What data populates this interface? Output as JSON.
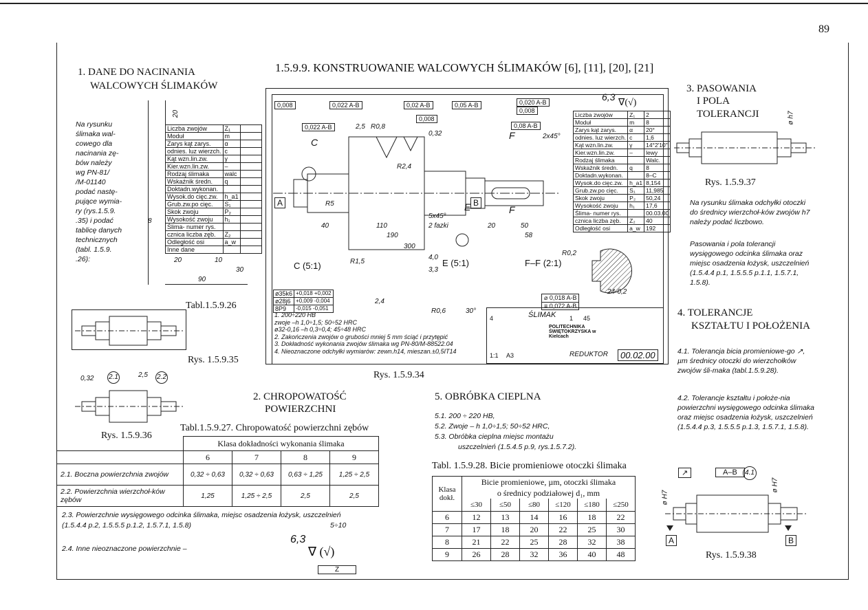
{
  "page_number": "89",
  "main_title": "1.5.9.9. KONSTRUOWANIE WALCOWYCH ŚLIMAKÓW [6], [11], [20], [21]",
  "s1": {
    "title_1": "1. DANE DO NACINANIA",
    "title_2": "WALCOWYCH ŚLIMAKÓW",
    "note": [
      "Na rysunku",
      "ślimaka wal-",
      "cowego dla",
      "nacinania zę-",
      "bów należy",
      "wg PN-81/",
      "/M-01140",
      "podać nastę-",
      "pujące wymia-",
      "ry (rys.1.5.9.",
      ".35) i podać",
      "tablicę danych",
      "technicznych",
      "(tabl. 1.5.9.",
      ".26):"
    ],
    "table_rows": [
      [
        "Liczba zwojów",
        "Z₁"
      ],
      [
        "Moduł",
        "m"
      ],
      [
        "Zarys kąt zarys.",
        "α"
      ],
      [
        "odnies. luz wierzch.",
        "c"
      ],
      [
        "Kąt wzn.lin.zw.",
        "γ"
      ],
      [
        "Kier.wzn.lin.zw.",
        "–"
      ],
      [
        "Rodzaj ślimaka",
        "walc"
      ],
      [
        "Wskaźnik średn.",
        "q"
      ],
      [
        "Doktadn.wykonan.",
        ""
      ],
      [
        "Wysok.do cięc.zw.",
        "h_a1"
      ],
      [
        "Grub.zw.po cięc.",
        "S₁"
      ],
      [
        "Skok zwoju",
        "P₂"
      ],
      [
        "Wysokość zwoju",
        "h₁"
      ],
      [
        "Ślima- numer rys.",
        ""
      ],
      [
        "cznica liczba zęb.",
        "Z₂"
      ],
      [
        "Odległość osi",
        "a_w"
      ],
      [
        "Inne dane",
        ""
      ]
    ],
    "dims": {
      "d20": "20",
      "d10": "10",
      "d30": "30",
      "d90": "90",
      "d8": "8"
    },
    "tabl_label": "Tabl.1.5.9.26",
    "rys35": "Rys. 1.5.9.35",
    "rys36": "Rys. 1.5.9.36",
    "r036_a": "0,32",
    "r036_b": "2.1",
    "r036_c": "2,5",
    "r036_d": "2.2"
  },
  "drawing": {
    "label": "Rys. 1.5.9.34",
    "roughness_general": "6,3",
    "tolerances_top": [
      "0,008",
      "0,022 A-B",
      "0,022 A-B",
      "0,05 A-B",
      "0,020 A-B",
      "0,008",
      "0,008",
      "0,02 A-B",
      "0,08 A-B"
    ],
    "dims": [
      "40",
      "110",
      "190",
      "300",
      "20",
      "50",
      "58",
      "2 fazki",
      "5x45°",
      "R5",
      "R2,4",
      "R0,8",
      "2,5",
      "0,32",
      "2x45°"
    ],
    "section_labels": [
      "C (5:1)",
      "E (5:1)",
      "F–F (2:1)",
      "R1,5",
      "4,0",
      "3,3",
      "R0,6",
      "30°",
      "2,4",
      "R0,2",
      "24-0,2"
    ],
    "fits": [
      [
        "ø35k6",
        "+0,018",
        "+0,002"
      ],
      [
        "ø28j6",
        "+0,009",
        "-0,004"
      ],
      [
        "8P9",
        "-0,015",
        "-0,051"
      ]
    ],
    "notes": [
      "1. 200÷220 HB",
      "zwoje –h 1,0÷1,5; 50÷52 HRC",
      "ø32-0,16 –h 0,3÷0,4; 45÷48 HRC",
      "2. Zakończenia zwojów o grubości mniej 5 mm ściąć i przytępić",
      "3. Dokładność wykonania zwojów ślimaka wg PN-80/M-88522.04",
      "4. Nieoznaczone odchyłki wymiarów: zewn.h14, mieszan.±0,5IT14"
    ],
    "spec_table": [
      [
        "Liczba zwojów",
        "Z₁",
        "2"
      ],
      [
        "Moduł",
        "m",
        "8"
      ],
      [
        "Zarys kąt zarys.",
        "α",
        "20°"
      ],
      [
        "odnies. luz wierzch.",
        "c",
        "1,6"
      ],
      [
        "Kąt wzn.lin.zw.",
        "γ",
        "14°2'10\""
      ],
      [
        "Kier.wzn.lin.zw.",
        "–",
        "lewy"
      ],
      [
        "Rodzaj ślimaka",
        "",
        "Walc."
      ],
      [
        "Wskaźnik średn.",
        "q",
        "8"
      ],
      [
        "Doktadn.wykonan.",
        "",
        "8–C"
      ],
      [
        "Wysok.do cięc.zw.",
        "h_a1",
        "8,154"
      ],
      [
        "Grub.zw.po cięc.",
        "S₁",
        "11,985"
      ],
      [
        "Skok zwoju",
        "P₂",
        "50,24"
      ],
      [
        "Wysokość zwoju",
        "h₁",
        "17,6"
      ],
      [
        "Ślima- numer rys.",
        "",
        "00.03.00"
      ],
      [
        "cznica liczba zęb.",
        "Z₂",
        "40"
      ],
      [
        "Odległość osi",
        "a_w",
        "192"
      ]
    ],
    "title_block": {
      "part_name": "ŚLIMAK",
      "material": "45",
      "qty": "1",
      "no": "4",
      "school": "POLITECHNIKA ŚWIĘTOKRZYSKA w Kielcach",
      "assembly": "REDUKTOR",
      "drawing_no": "00.02.00",
      "format": "A3",
      "scale": "1:1"
    }
  },
  "s2": {
    "title_1": "2. CHROPOWATOŚĆ",
    "title_2": "POWIERZCHNI",
    "table_title": "Tabl.1.5.9.27. Chropowatość powierzchni zębów",
    "table_header": "Klasa dokładności wykonania ślimaka",
    "classes": [
      "6",
      "7",
      "8",
      "9"
    ],
    "rows": [
      {
        "label": "2.1. Boczna powierzchnia zwojów",
        "values": [
          "0,32 ÷ 0,63",
          "0,32 ÷ 0,63",
          "0,63 ÷ 1,25",
          "1,25 ÷ 2,5"
        ]
      },
      {
        "label": "2.2. Powierzchnia wierzchoł-ków zębów",
        "values": [
          "1,25",
          "1,25 ÷ 2,5",
          "2,5",
          "2,5"
        ]
      }
    ],
    "line_2_3": "2.3. Powierzchnie wysięgowego odcinka ślimaka, miejsc osadzenia łożysk, uszczelnień (1.5.4.4 p.2, 1.5.5.5 p.1.2, 1.5.7.1, 1.5.8)",
    "line_2_3_val": "5÷10",
    "line_2_4": "2.4. Inne nieoznaczone powierzchnie –",
    "line_2_4_sym": "6,3",
    "z_label": "Z"
  },
  "s3": {
    "title_1": "3. PASOWANIA",
    "title_2": "I POLA",
    "title_3": "TOLERANCJI",
    "fit_label": "ø h7",
    "rys37": "Rys. 1.5.9.37",
    "para1": "Na rysunku ślimaka odchyłki otoczki do średnicy wierzchoł-ków zwojów h7 należy podać liczbowo.",
    "para2": "Pasowania i pola tolerancji wysięgowego odcinka ślimaka oraz miejsc osadzenia łożysk, uszczelnień (1.5.4.4 p.1, 1.5.5.5 p.1.1, 1.5.7.1, 1.5.8)."
  },
  "s4": {
    "title_1": "4. TOLERANCJE",
    "title_2": "KSZTAŁTU I POŁOŻENIA",
    "p41": "4.1. Tolerancja bicia promieniowe-go ↗, µm średnicy otoczki do wierzchołków zwojów śli-maka (tabl.1.5.9.28).",
    "p42": "4.2. Tolerancje kształtu i położe-nia powierzchni wysięgowego odcinka ślimaka oraz miejsc osadzenia łożysk, uszczelnień (1.5.4.4 p.3, 1.5.5.5 p.1.3, 1.5.7.1, 1.5.8).",
    "frame_sym": "↗",
    "frame_ref": "A–B",
    "frame_num": "4.1",
    "rys38": "Rys. 1.5.9.38",
    "datum_a": "A",
    "datum_b": "B",
    "h7": "ø H7"
  },
  "s5": {
    "title": "5. OBRÓBKA CIEPLNA",
    "items": [
      "5.1. 200 ÷ 220 HB,",
      "5.2. Zwoje – h 1,0÷1,5; 50÷52 HRC,",
      "5.3. Obróbka cieplna miejsc montażu",
      "uszczelnień (1.5.4.5 p.9, rys.1.5.7.2)."
    ],
    "table_title": "Tabl. 1.5.9.28. Bicie promieniowe otoczki ślimaka",
    "col0": "Klasa dokł.",
    "header_1": "Bicie promieniowe, µm, otoczki ślimaka",
    "header_2": "o średnicy podziałowej d₁, mm",
    "ranges": [
      "≤30",
      "≤50",
      "≤80",
      "≤120",
      "≤180",
      "≤250"
    ],
    "rows": [
      {
        "cls": "6",
        "v": [
          "12",
          "13",
          "14",
          "16",
          "18",
          "22"
        ]
      },
      {
        "cls": "7",
        "v": [
          "17",
          "18",
          "20",
          "22",
          "25",
          "30"
        ]
      },
      {
        "cls": "8",
        "v": [
          "21",
          "22",
          "25",
          "28",
          "32",
          "38"
        ]
      },
      {
        "cls": "9",
        "v": [
          "26",
          "28",
          "32",
          "36",
          "40",
          "48"
        ]
      }
    ]
  }
}
